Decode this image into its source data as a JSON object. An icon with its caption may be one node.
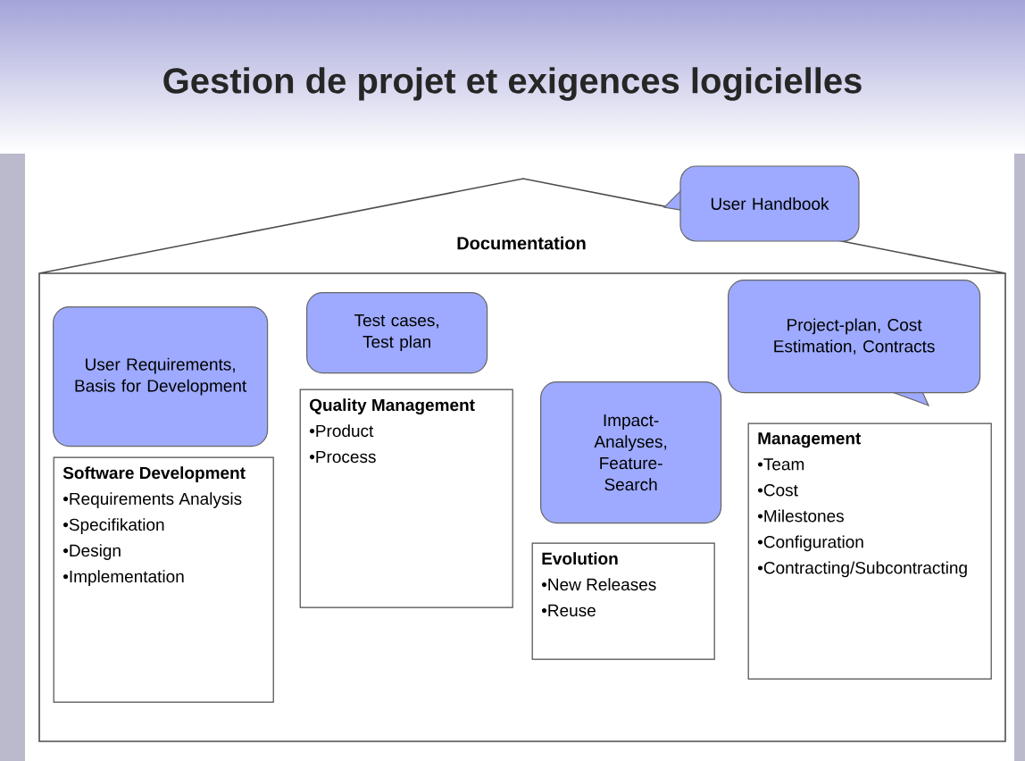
{
  "diagram": {
    "title": "Gestion de projet et exigences logicielles",
    "nodes": [
      {
        "text": [
          "Documentation"
        ]
      },
      {
        "text": [
          "User Handbook"
        ]
      },
      {
        "text": [
          "User Requirements, Basis for Development"
        ],
        "in": 0
      },
      {
        "text": [
          "Software Development",
          "•Requirements Analysis",
          "•Specifikation",
          "•Design",
          "•Implementation"
        ],
        "in": 0
      },
      {
        "text": [
          "Test cases, Test plan"
        ],
        "in": 0
      },
      {
        "text": [
          "Quality Management",
          "•Product",
          "•Process"
        ],
        "in": 0
      },
      {
        "text": [
          "Impact-Analyses, Feature-Search"
        ],
        "in": 0
      },
      {
        "text": [
          "Evolution",
          "•New Releases",
          "•Reuse"
        ],
        "in": 0
      },
      {
        "text": [
          "Project-plan, Cost Estimation, Contracts"
        ],
        "in": 0
      },
      {
        "text": [
          "Management",
          "•Team",
          "•Cost",
          "•Milestones",
          "•Configuration",
          "•Contracting/Subcontracting"
        ],
        "in": 0
      }
    ]
  }
}
